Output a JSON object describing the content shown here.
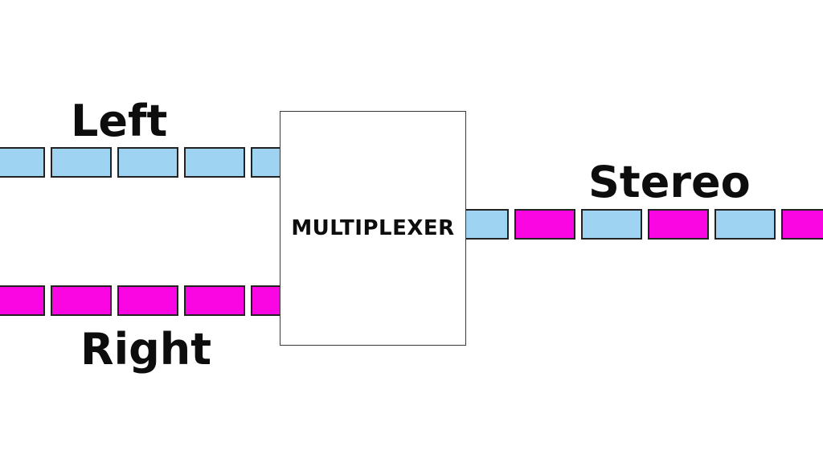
{
  "labels": {
    "left": "Left",
    "right": "Right",
    "stereo": "Stereo",
    "multiplexer": "MULTIPLEXER"
  },
  "colors": {
    "blue": "#9ED4F2",
    "magenta": "#F906E2",
    "block_border": "#222222",
    "box_border": "#3a3a3a",
    "text": "#0d0d0d",
    "background": "#ffffff"
  },
  "rows": {
    "left": [
      "blue",
      "blue",
      "blue",
      "blue",
      "blue"
    ],
    "right": [
      "magenta",
      "magenta",
      "magenta",
      "magenta",
      "magenta"
    ],
    "stereo": [
      "blue",
      "magenta",
      "blue",
      "magenta",
      "blue",
      "magenta"
    ]
  }
}
